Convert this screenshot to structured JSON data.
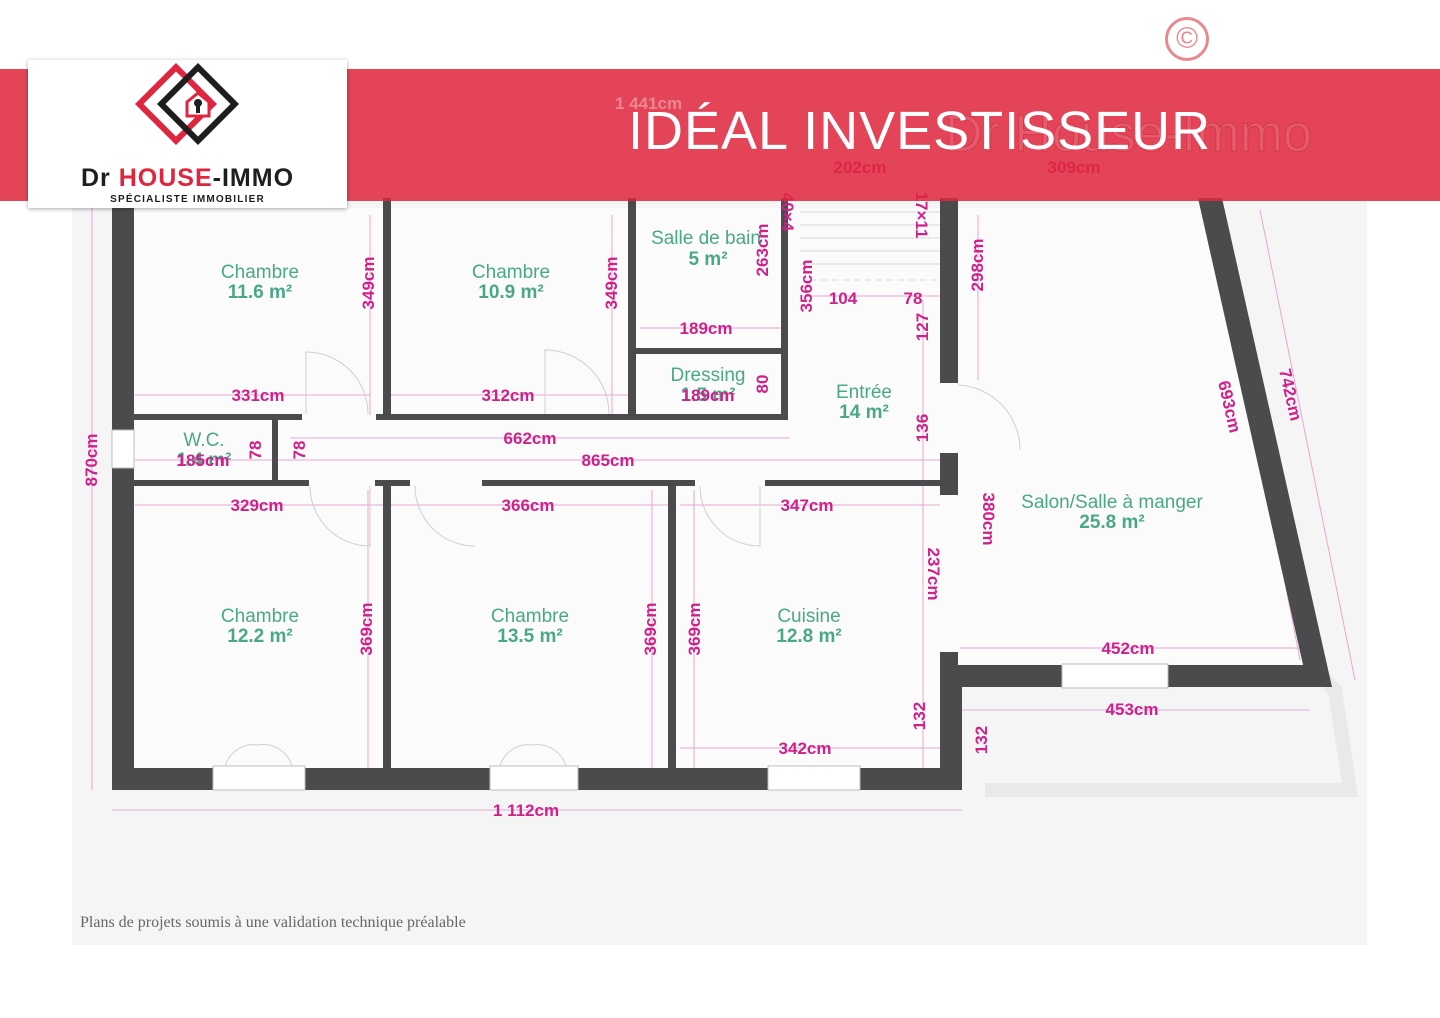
{
  "header": {
    "title": "IDÉAL INVESTISSEUR",
    "ghost_brand": "Dr House-Immo",
    "ghost_scale": "1 441cm"
  },
  "logo": {
    "brand_dr": "Dr",
    "brand_house": "HOUSE",
    "brand_dash": "-",
    "brand_immo": "IMMO",
    "tagline": "SPÉCIALISTE IMMOBILIER",
    "icon": "house-keyhole-icon"
  },
  "copyright": "©",
  "rooms": [
    {
      "name": "Chambre",
      "area": "11.6 m²"
    },
    {
      "name": "Chambre",
      "area": "10.9 m²"
    },
    {
      "name": "Salle de bain",
      "area": "5 m²"
    },
    {
      "name": "Dressing",
      "area": "1.5 m²"
    },
    {
      "name": "Entrée",
      "area": "14 m²"
    },
    {
      "name": "W.C.",
      "area": "1.4 m²"
    },
    {
      "name": "Salon/Salle à manger",
      "area": "25.8 m²"
    },
    {
      "name": "Chambre",
      "area": "12.2 m²"
    },
    {
      "name": "Chambre",
      "area": "13.5 m²"
    },
    {
      "name": "Cuisine",
      "area": "12.8 m²"
    }
  ],
  "dimensions": {
    "d202": "202cm",
    "d309": "309cm",
    "d349a": "349cm",
    "d349b": "349cm",
    "d263": "263cm",
    "d356": "356cm",
    "d298": "298cm",
    "d104": "104",
    "d78a": "78",
    "d127": "127",
    "d189": "189cm",
    "d80": "80",
    "d331": "331cm",
    "d312": "312cm",
    "d189b": "189cm",
    "d136": "136",
    "d662": "662cm",
    "d865": "865cm",
    "d185": "185cm",
    "d78b": "78",
    "d78c": "78",
    "d870": "870cm",
    "d693": "693cm",
    "d742": "742cm",
    "d329": "329cm",
    "d366": "366cm",
    "d347": "347cm",
    "d380": "380cm",
    "d237": "237cm",
    "d369a": "369cm",
    "d369b": "369cm",
    "d369c": "369cm",
    "d452": "452cm",
    "d453": "453cm",
    "d132a": "132",
    "d132b": "132",
    "d342": "342cm",
    "d1112": "1 112cm",
    "d404": "40×4",
    "d1711": "17×11"
  },
  "footnote": "Plans de projets soumis à une validation technique préalable"
}
